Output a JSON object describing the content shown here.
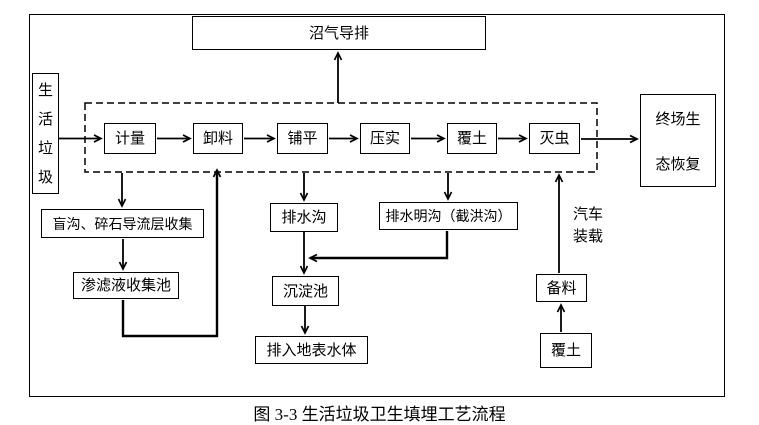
{
  "figure": {
    "caption": "图 3-3 生活垃圾卫生填埋工艺流程"
  },
  "nodes": {
    "biogas_drain": "沼气导排",
    "domestic_waste": "生活垃圾",
    "weighing": "计量",
    "unloading": "卸料",
    "spreading": "铺平",
    "compacting": "压实",
    "soil_covering": "覆土",
    "pest_killing": "灭虫",
    "final_restoration": "终场生态恢复",
    "blind_ditch_collection": "盲沟、碎石导流层收集",
    "leachate_pool": "渗滤液收集池",
    "drainage_ditch": "排水沟",
    "sedimentation_pool": "沉淀池",
    "surface_water_discharge": "排入地表水体",
    "open_drainage_ditch": "排水明沟（截洪沟）",
    "material_preparation": "备料",
    "cover_soil": "覆土"
  },
  "labels": {
    "truck_loading": "汽车装载"
  },
  "colors": {
    "line": "#000000",
    "background": "#ffffff"
  }
}
